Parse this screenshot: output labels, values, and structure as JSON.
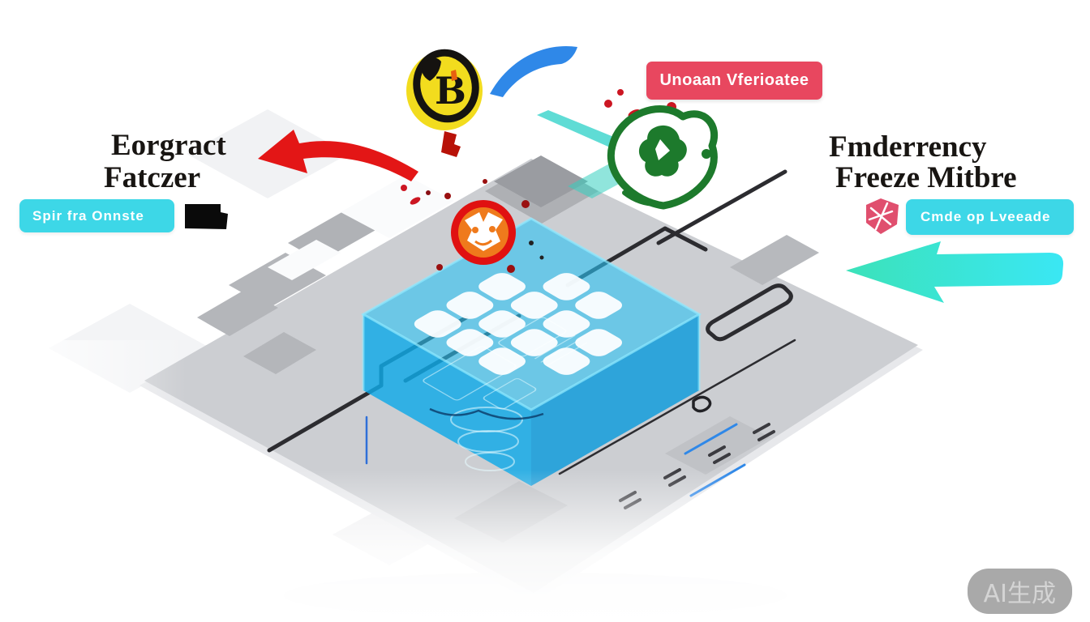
{
  "headings": {
    "left_line1": "Eorgract",
    "left_line2": "Fatczer",
    "right_line1": "Fmderrency",
    "right_line2": "Freeze Mitbre"
  },
  "labels": {
    "top_badge": "Unoaan Vferioatee",
    "left_tag": "Spir fra Onnste",
    "right_tag": "Cmde op Lveeade"
  },
  "watermark": "AI生成",
  "icons": {
    "coin": "crypto-coin-icon",
    "green_shield": "security-shield-icon",
    "alert": "malware-alert-icon",
    "pink_shield": "pink-shield-icon",
    "cube": "blue-chip-cube",
    "board": "circuit-board"
  },
  "colors": {
    "tag_bg": "#3dd7e7",
    "badge_bg": "#e8475f",
    "red_arrow": "#e31616",
    "blue_arrow": "#2f88e8",
    "teal_arrow_start": "#3be2b9",
    "teal_arrow_end": "#3ae7f4",
    "coin_yellow": "#f2dc1e",
    "shield_green": "#1d7a2c",
    "alert_red": "#e01111",
    "alert_orange": "#ef7a1c",
    "cube_blue": "#1fb5ef",
    "board_gray": "#ccced2"
  }
}
